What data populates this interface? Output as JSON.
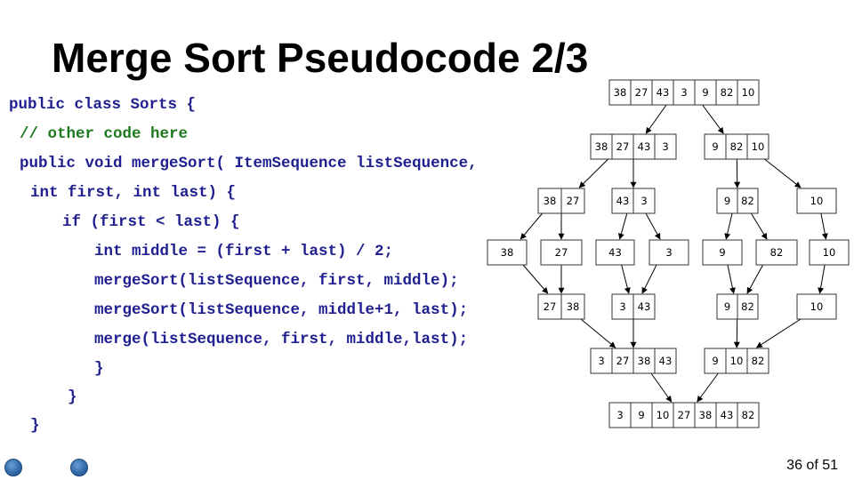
{
  "slide": {
    "title": "Merge Sort Pseudocode 2/3",
    "page_number": "36 of 51"
  },
  "code": [
    {
      "text": "public class Sorts {",
      "type": "code"
    },
    {
      "text": "// other code here",
      "type": "comment"
    },
    {
      "text": "public void mergeSort( ItemSequence listSequence,",
      "type": "code"
    },
    {
      "text": "int first, int last) {",
      "type": "code"
    },
    {
      "text": "if (first < last) {",
      "type": "code"
    },
    {
      "text": "int middle = (first + last) / 2;",
      "type": "code"
    },
    {
      "text": "mergeSort(listSequence, first, middle);",
      "type": "code"
    },
    {
      "text": "mergeSort(listSequence, middle+1, last);",
      "type": "code"
    },
    {
      "text": "merge(listSequence, first, middle,last);",
      "type": "code"
    },
    {
      "text": "}",
      "type": "code"
    },
    {
      "text": "}",
      "type": "code"
    },
    {
      "text": "}",
      "type": "code"
    }
  ],
  "diagram": {
    "boxes": [
      {
        "id": "r0",
        "values": [
          "38",
          "27",
          "43",
          "3",
          "9",
          "82",
          "10"
        ]
      },
      {
        "id": "l1a",
        "values": [
          "38",
          "27",
          "43",
          "3"
        ]
      },
      {
        "id": "l1b",
        "values": [
          "9",
          "82",
          "10"
        ]
      },
      {
        "id": "l2a",
        "values": [
          "38",
          "27"
        ]
      },
      {
        "id": "l2b",
        "values": [
          "43",
          "3"
        ]
      },
      {
        "id": "l2c",
        "values": [
          "9",
          "82"
        ]
      },
      {
        "id": "l2d",
        "values": [
          "10"
        ]
      },
      {
        "id": "l3a",
        "values": [
          "38"
        ]
      },
      {
        "id": "l3b",
        "values": [
          "27"
        ]
      },
      {
        "id": "l3c",
        "values": [
          "43"
        ]
      },
      {
        "id": "l3d",
        "values": [
          "3"
        ]
      },
      {
        "id": "l3e",
        "values": [
          "9"
        ]
      },
      {
        "id": "l3f",
        "values": [
          "82"
        ]
      },
      {
        "id": "l3g",
        "values": [
          "10"
        ]
      },
      {
        "id": "m1a",
        "values": [
          "27",
          "38"
        ]
      },
      {
        "id": "m1b",
        "values": [
          "3",
          "43"
        ]
      },
      {
        "id": "m1c",
        "values": [
          "9",
          "82"
        ]
      },
      {
        "id": "m1d",
        "values": [
          "10"
        ]
      },
      {
        "id": "m2a",
        "values": [
          "3",
          "27",
          "38",
          "43"
        ]
      },
      {
        "id": "m2b",
        "values": [
          "9",
          "10",
          "82"
        ]
      },
      {
        "id": "m3",
        "values": [
          "3",
          "9",
          "10",
          "27",
          "38",
          "43",
          "82"
        ]
      }
    ],
    "edges": [
      [
        "r0",
        "l1a"
      ],
      [
        "r0",
        "l1b"
      ],
      [
        "l1a",
        "l2a"
      ],
      [
        "l1a",
        "l2b"
      ],
      [
        "l1b",
        "l2c"
      ],
      [
        "l1b",
        "l2d"
      ],
      [
        "l2a",
        "l3a"
      ],
      [
        "l2a",
        "l3b"
      ],
      [
        "l2b",
        "l3c"
      ],
      [
        "l2b",
        "l3d"
      ],
      [
        "l2c",
        "l3e"
      ],
      [
        "l2c",
        "l3f"
      ],
      [
        "l2d",
        "l3g"
      ],
      [
        "l3a",
        "m1a"
      ],
      [
        "l3b",
        "m1a"
      ],
      [
        "l3c",
        "m1b"
      ],
      [
        "l3d",
        "m1b"
      ],
      [
        "l3e",
        "m1c"
      ],
      [
        "l3f",
        "m1c"
      ],
      [
        "l3g",
        "m1d"
      ],
      [
        "m1a",
        "m2a"
      ],
      [
        "m1b",
        "m2a"
      ],
      [
        "m1c",
        "m2b"
      ],
      [
        "m1d",
        "m2b"
      ],
      [
        "m2a",
        "m3"
      ],
      [
        "m2b",
        "m3"
      ]
    ]
  },
  "nav": {
    "prev": "previous-slide",
    "next": "next-slide"
  }
}
